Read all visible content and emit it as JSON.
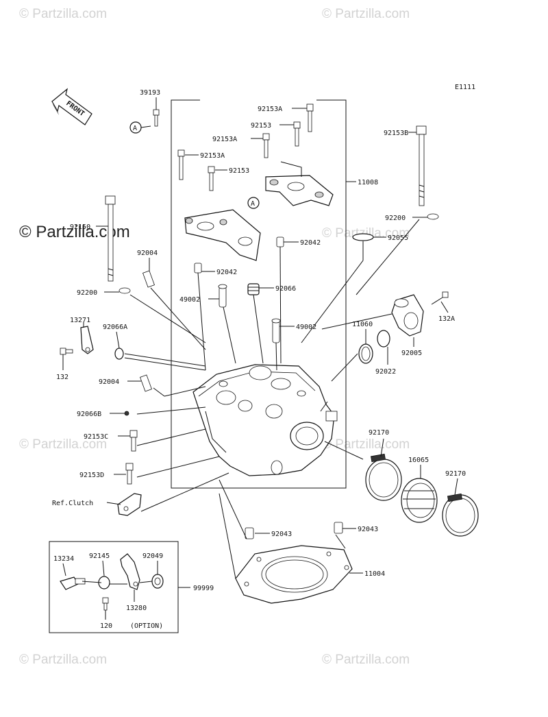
{
  "diagram_code": "E1111",
  "front_label": "FRONT",
  "watermarks": {
    "small": "© Partzilla.com",
    "big": "© Partzilla.com"
  },
  "callout_letter": "A",
  "ref_label": "Ref.Clutch",
  "option_label": "(OPTION)",
  "parts": {
    "p39193": "39193",
    "p92153A_1": "92153A",
    "p92153_1": "92153",
    "p92153A_2": "92153A",
    "p92153A_3": "92153A",
    "p92153_2": "92153",
    "p11008": "11008",
    "p92153B": "92153B",
    "p92150": "92150",
    "p92200_r": "92200",
    "p92055": "92055",
    "p92042_r": "92042",
    "p92004_t": "92004",
    "p92042_l": "92042",
    "p92200_l": "92200",
    "p49002_l": "49002",
    "p92066": "92066",
    "p132A": "132A",
    "p13271": "13271",
    "p92066A": "92066A",
    "p49002_r": "49002",
    "p11060": "11060",
    "p92005": "92005",
    "p132": "132",
    "p92022": "92022",
    "p92004_b": "92004",
    "p92066B": "92066B",
    "p92153C": "92153C",
    "p92170_l": "92170",
    "p16065": "16065",
    "p92170_r": "92170",
    "p92153D": "92153D",
    "p92043_l": "92043",
    "p92043_r": "92043",
    "p13234": "13234",
    "p92145": "92145",
    "p92049": "92049",
    "p11004": "11004",
    "p99999": "99999",
    "p13280": "13280",
    "p120": "120"
  }
}
